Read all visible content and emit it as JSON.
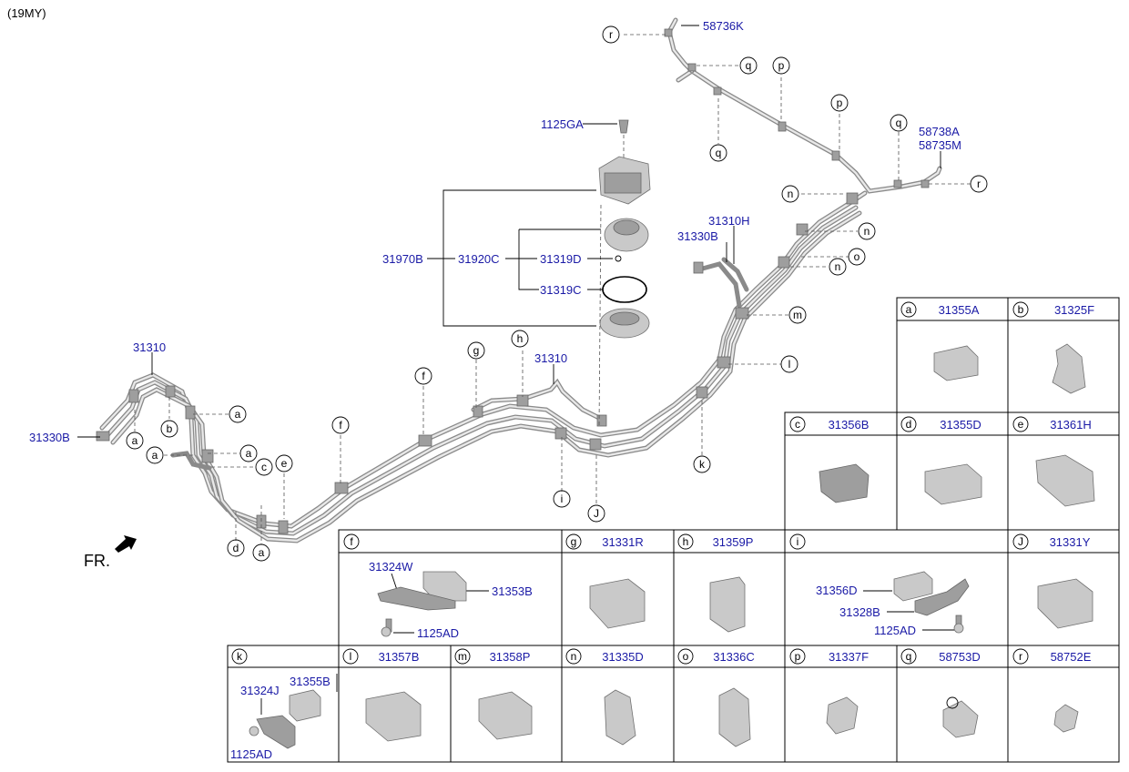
{
  "header": "(19MY)",
  "orientation": "FR.",
  "callouts": {
    "p31310a": "31310",
    "p31310b": "31310",
    "p31330B_left": "31330B",
    "p31330B": "31330B",
    "p31310H": "31310H",
    "p1125GA": "1125GA",
    "p31970B": "31970B",
    "p31920C": "31920C",
    "p31319D": "31319D",
    "p31319C": "31319C",
    "p58736K": "58736K",
    "p58738A": "58738A",
    "p58735M": "58735M"
  },
  "letters": {
    "a": "a",
    "b": "b",
    "c": "c",
    "d": "d",
    "e": "e",
    "f": "f",
    "g": "g",
    "h": "h",
    "i": "i",
    "J": "J",
    "k": "k",
    "l": "l",
    "m": "m",
    "n": "n",
    "o": "o",
    "p": "p",
    "q": "q",
    "r": "r"
  },
  "table": {
    "a": "31355A",
    "b": "31325F",
    "c": "31356B",
    "d": "31355D",
    "e": "31361H",
    "g": "31331R",
    "h": "31359P",
    "J": "31331Y",
    "l": "31357B",
    "m": "31358P",
    "n": "31335D",
    "o": "31336C",
    "p": "31337F",
    "q": "58753D",
    "r": "58752E"
  },
  "cell_f": {
    "p1": "31324W",
    "p2": "31353B",
    "p3": "1125AD"
  },
  "cell_i": {
    "p1": "31356D",
    "p2": "31328B",
    "p3": "1125AD"
  },
  "cell_k": {
    "p1": "31324J",
    "p2": "31355B",
    "p3": "1125AD"
  }
}
